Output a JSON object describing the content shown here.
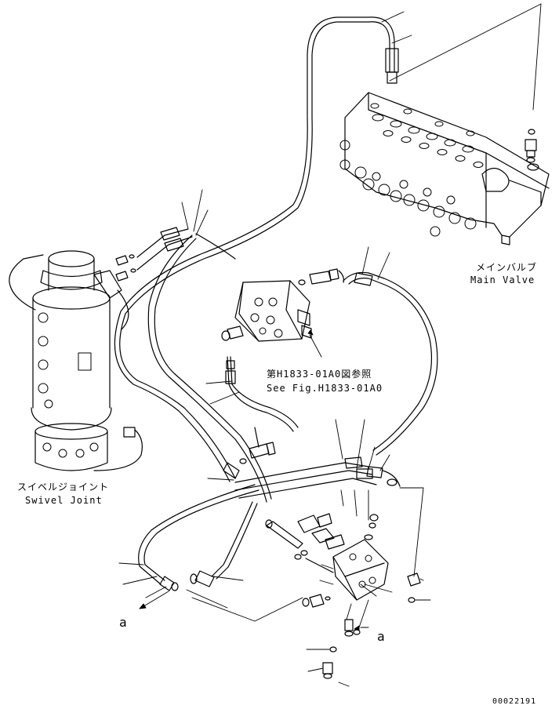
{
  "labels": {
    "main_valve_jp": "メインバルブ",
    "main_valve_en": "Main Valve",
    "swivel_joint_jp": "スイベルジョイント",
    "swivel_joint_en": "Swivel Joint",
    "ref_jp": "第H1833-01A0図参照",
    "ref_en": "See Fig.H1833-01A0",
    "marker_a_left": "a",
    "marker_a_right": "a",
    "drawing_number": "00022191"
  }
}
